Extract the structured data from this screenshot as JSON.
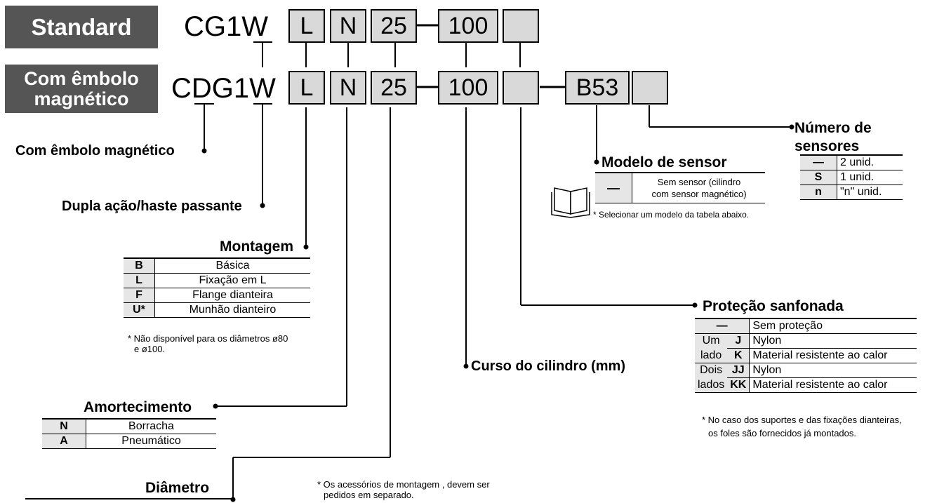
{
  "labels": {
    "standard": "Standard",
    "magnetic_line1": "Com êmbolo",
    "magnetic_line2": "magnético"
  },
  "row1": {
    "model": "CG1W",
    "mount": "L",
    "cushion": "N",
    "bore": "25",
    "stroke": "100",
    "boot": ""
  },
  "row2": {
    "model": "CDG1W",
    "mount": "L",
    "cushion": "N",
    "bore": "25",
    "stroke": "100",
    "boot": "",
    "sensor": "B53",
    "qty": ""
  },
  "callouts": {
    "magnetic": "Com êmbolo magnético",
    "double_action": "Dupla ação/haste passante",
    "stroke": "Curso do cilindro (mm)"
  },
  "montagem": {
    "title": "Montagem",
    "rows": [
      {
        "code": "B",
        "desc": "Básica"
      },
      {
        "code": "L",
        "desc": "Fixação em L"
      },
      {
        "code": "F",
        "desc": "Flange dianteira"
      },
      {
        "code": "U*",
        "desc": "Munhão dianteiro"
      }
    ],
    "note_line1": "* Não disponível para os diâmetros ø80",
    "note_line2": "e ø100."
  },
  "amortecimento": {
    "title": "Amortecimento",
    "rows": [
      {
        "code": "N",
        "desc": "Borracha"
      },
      {
        "code": "A",
        "desc": "Pneumático"
      }
    ]
  },
  "diametro": {
    "title": "Diâmetro"
  },
  "accessory_note": {
    "line1": "* Os acessórios de montagem , devem ser",
    "line2": "pedidos em separado."
  },
  "sensor": {
    "title": "Modelo de sensor",
    "code": "—",
    "desc_line1": "Sem sensor (cilindro",
    "desc_line2": "com sensor magnético)",
    "note": "* Selecionar um modelo da tabela abaixo."
  },
  "num_sensores": {
    "title_line1": "Número de",
    "title_line2": "sensores",
    "rows": [
      {
        "code": "—",
        "desc": "2 unid."
      },
      {
        "code": "S",
        "desc": "1 unid."
      },
      {
        "code": "n",
        "desc": "\"n\" unid."
      }
    ]
  },
  "protecao": {
    "title": "Proteção sanfonada",
    "none_code": "—",
    "none_desc": "Sem proteção",
    "one_side_1": "Um",
    "one_side_2": "lado",
    "two_sides_1": "Dois",
    "two_sides_2": "lados",
    "rows": [
      {
        "code": "J",
        "desc": "Nylon"
      },
      {
        "code": "K",
        "desc": "Material resistente ao calor"
      },
      {
        "code": "JJ",
        "desc": "Nylon"
      },
      {
        "code": "KK",
        "desc": "Material resistente ao calor"
      }
    ],
    "note_line1": "* No caso dos suportes e das fixações dianteiras,",
    "note_line2": "os foles são fornecidos já montados."
  }
}
